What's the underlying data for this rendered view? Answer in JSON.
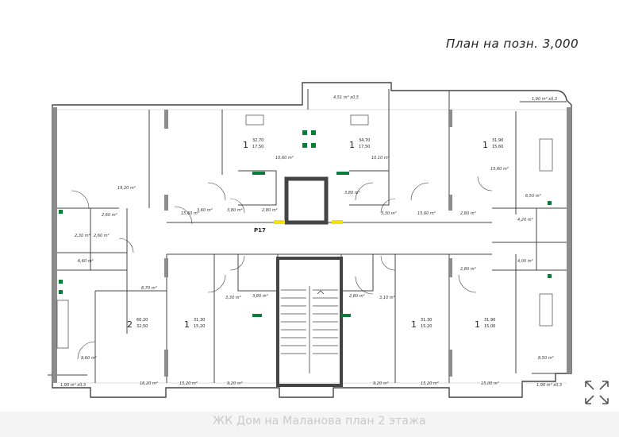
{
  "title": "План на позн. 3,000",
  "caption": "ЖК Дом на Маланова план 2 этажа",
  "stair_label": "Р17",
  "expand_icon": "expand-arrows-icon",
  "colors": {
    "wall": "#8c8c8c",
    "line": "#444444",
    "green": "#0b7d3b",
    "yellow": "#f3e200"
  },
  "area_labels": [
    {
      "id": "a1",
      "text": "4,51 m² x0,5"
    },
    {
      "id": "a2",
      "text": "1,90 m² x0,3"
    },
    {
      "id": "a3",
      "text": "19,20 m²"
    },
    {
      "id": "a4",
      "text": "10,60 m²"
    },
    {
      "id": "a5",
      "text": "10,10 m²"
    },
    {
      "id": "a6",
      "text": "15,60 m²"
    },
    {
      "id": "a7",
      "text": "6,50 m²"
    },
    {
      "id": "a8",
      "text": "2,60 m²"
    },
    {
      "id": "a9",
      "text": "3,80 m²"
    },
    {
      "id": "a10",
      "text": "3,60 m²"
    },
    {
      "id": "a11",
      "text": "2,80 m²"
    },
    {
      "id": "a12",
      "text": "3,80 m²"
    },
    {
      "id": "a13",
      "text": "3,30 m²"
    },
    {
      "id": "a14",
      "text": "15,60 m²"
    },
    {
      "id": "a15",
      "text": "2,80 m²"
    },
    {
      "id": "a16",
      "text": "4,20 m²"
    },
    {
      "id": "a17",
      "text": "2,60 m²"
    },
    {
      "id": "a18",
      "text": "2,30 m²"
    },
    {
      "id": "a19",
      "text": "6,60 m²"
    },
    {
      "id": "a20",
      "text": "8,70 m²"
    },
    {
      "id": "a21",
      "text": "4,00 m²"
    },
    {
      "id": "a22",
      "text": "2,80 m²"
    },
    {
      "id": "a23",
      "text": "3,30 m²"
    },
    {
      "id": "a24",
      "text": "3,80 m²"
    },
    {
      "id": "a25",
      "text": "2,80 m²"
    },
    {
      "id": "a26",
      "text": "3,10 m²"
    },
    {
      "id": "a27",
      "text": "9,60 m²"
    },
    {
      "id": "a28",
      "text": "16,20 m²"
    },
    {
      "id": "a29",
      "text": "15,20 m²"
    },
    {
      "id": "a30",
      "text": "9,20 m²"
    },
    {
      "id": "a31",
      "text": "9,20 m²"
    },
    {
      "id": "a32",
      "text": "15,20 m²"
    },
    {
      "id": "a33",
      "text": "15,00 m²"
    },
    {
      "id": "a34",
      "text": "8,50 m²"
    },
    {
      "id": "a35",
      "text": "1,90 m² x0,3"
    },
    {
      "id": "a36",
      "text": "1,90 m² x0,3"
    },
    {
      "id": "a37",
      "text": "15,60 m²"
    }
  ],
  "apartments": [
    {
      "id": "ap1",
      "rooms": "1",
      "total": "32,70",
      "living": "17,50"
    },
    {
      "id": "ap2",
      "rooms": "1",
      "total": "34,70",
      "living": "17,50"
    },
    {
      "id": "ap3",
      "rooms": "1",
      "total": "31,90",
      "living": "15,60"
    },
    {
      "id": "ap4",
      "rooms": "2",
      "total": "60,20",
      "living": "32,50"
    },
    {
      "id": "ap5",
      "rooms": "1",
      "total": "31,30",
      "living": "15,20"
    },
    {
      "id": "ap6",
      "rooms": "1",
      "total": "31,30",
      "living": "15,20"
    },
    {
      "id": "ap7",
      "rooms": "1",
      "total": "31,90",
      "living": "15,00"
    }
  ]
}
